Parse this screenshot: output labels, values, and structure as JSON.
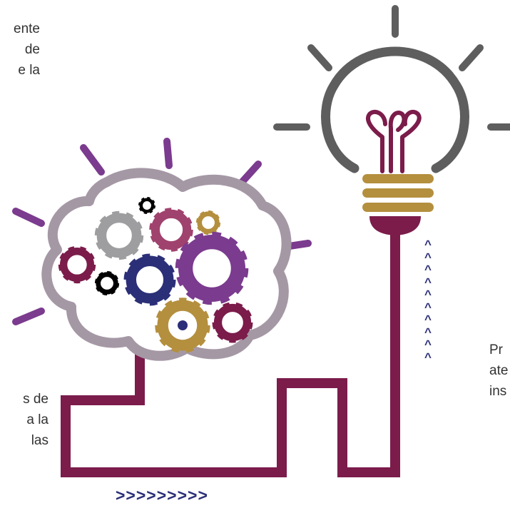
{
  "text_blocks": {
    "top": [
      "ente",
      "de",
      "e la"
    ],
    "bottom": [
      "s de",
      "a la",
      "las"
    ],
    "right": [
      "Pr",
      "ate",
      "ins"
    ]
  },
  "arrows": {
    "horizontal": ">>>>>>>>>",
    "vertical": [
      "^",
      "^",
      "^",
      "^",
      "^",
      "^",
      "^",
      "^",
      "^",
      "^"
    ]
  },
  "colors": {
    "plum": "#7b1c4b",
    "violet": "#7b3b8e",
    "grey": "#5e5e5e",
    "cloud": "#a598a5",
    "gold": "#b48f3e",
    "navy": "#2b2f78",
    "rose": "#a0426e",
    "gear_grey": "#9e9ea0"
  },
  "icons": [
    "brain-cloud-icon",
    "gear-icon",
    "light-bulb-icon",
    "filament-icon"
  ]
}
